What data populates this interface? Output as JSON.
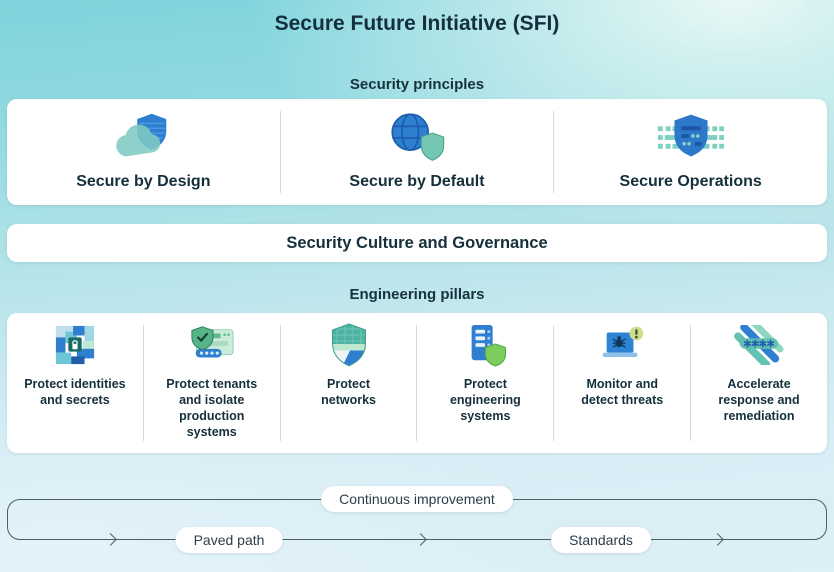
{
  "title": "Secure Future Initiative (SFI)",
  "principles": {
    "label": "Security principles",
    "items": [
      {
        "label": "Secure by Design",
        "icon": "cloud-shield-icon"
      },
      {
        "label": "Secure by Default",
        "icon": "globe-shield-icon"
      },
      {
        "label": "Secure Operations",
        "icon": "shield-circuit-icon"
      }
    ]
  },
  "governance": {
    "label": "Security Culture and Governance"
  },
  "pillars": {
    "label": "Engineering pillars",
    "items": [
      {
        "label": "Protect identities\nand secrets",
        "icon": "identity-mosaic-lock-icon"
      },
      {
        "label": "Protect tenants\nand isolate\nproduction\nsystems",
        "icon": "tenant-shield-check-icon"
      },
      {
        "label": "Protect\nnetworks",
        "icon": "network-shield-icon"
      },
      {
        "label": "Protect\nengineering\nsystems",
        "icon": "server-shield-icon"
      },
      {
        "label": "Monitor and\ndetect threats",
        "icon": "laptop-bug-alert-icon"
      },
      {
        "label": "Accelerate\nresponse and\nremediation",
        "icon": "response-stripes-icon"
      }
    ]
  },
  "loop": {
    "continuous_label": "Continuous improvement",
    "milestones": [
      "Paved path",
      "Standards"
    ]
  },
  "colors": {
    "background_teal": "#7ed3dc",
    "background_blue": "#ddeff7",
    "card": "#ffffff",
    "title_text": "#14303c",
    "loop_line": "#4d5d66",
    "accent_blue": "#2f7fd0",
    "accent_teal": "#5fbfae"
  }
}
